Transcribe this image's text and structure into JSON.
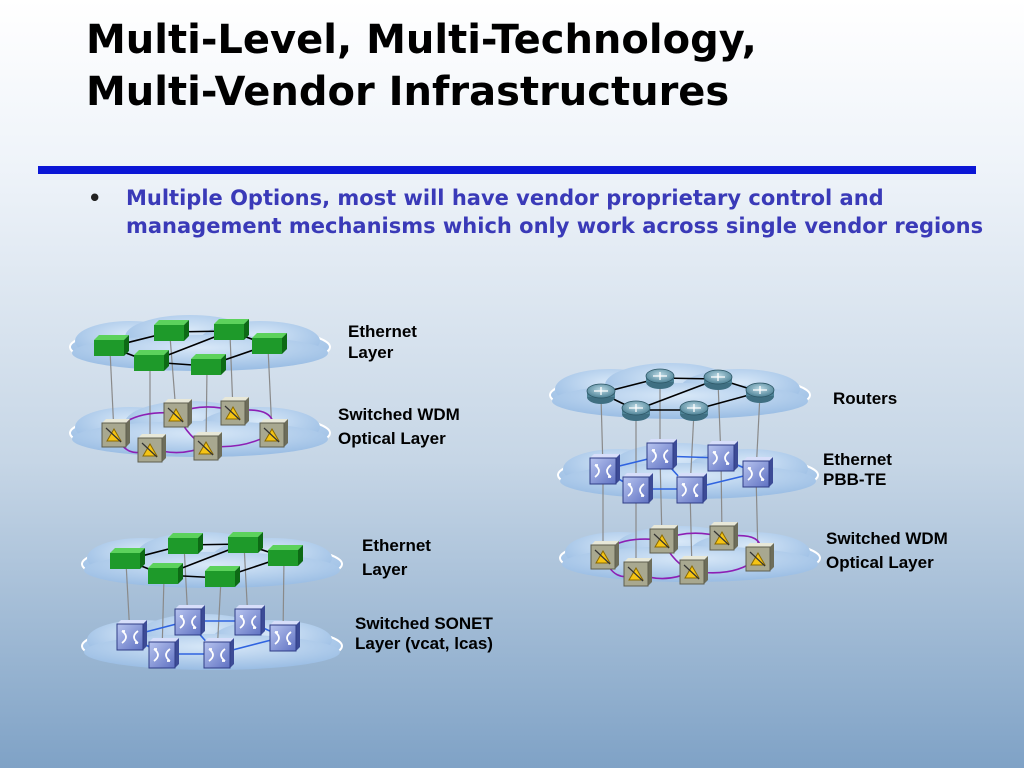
{
  "slide": {
    "title_line1": "Multi-Level, Multi-Technology,",
    "title_line2": "Multi-Vendor Infrastructures",
    "bullet_marker": "•",
    "bullet_text": "Multiple Options, most will have vendor proprietary control and management mechanisms which only work across single vendor regions"
  },
  "colors": {
    "rule": "#0b16d6",
    "bullet_text": "#3a3ab8",
    "cloud": "#a9c7ea",
    "ethernet_switch": "#1e9a2a",
    "ring_link": "#8d1fb4",
    "sonet_link": "#2f63e0"
  },
  "labels": {
    "stack1_top_l1": "Ethernet",
    "stack1_top_l2": "Layer",
    "stack1_bottom_l1": "Switched WDM",
    "stack1_bottom_l2": "Optical Layer",
    "stack2_top_l1": "Ethernet",
    "stack2_top_l2": "Layer",
    "stack2_bottom_l1": "Switched SONET",
    "stack2_bottom_l2": "Layer (vcat, lcas)",
    "stack3_top": "Routers",
    "stack3_middle_l1": "Ethernet",
    "stack3_middle_l2": "PBB-TE",
    "stack3_bottom_l1": "Switched WDM",
    "stack3_bottom_l2": "Optical Layer"
  },
  "icons": {
    "ethernet_node": "ethernet-switch-icon",
    "optical_node": "optical-crossconnect-icon",
    "sonet_node": "sonet-crossconnect-icon",
    "router_node": "router-icon",
    "cloud": "network-cloud-icon"
  }
}
